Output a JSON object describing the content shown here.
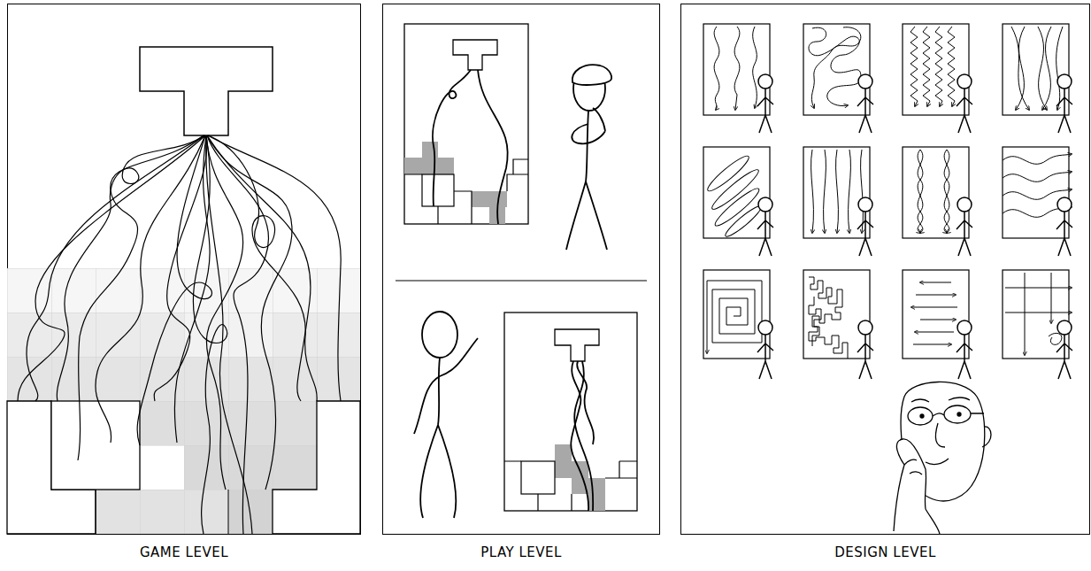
{
  "diagram": {
    "nodes": [
      {
        "text": [
          "GAME LEVEL"
        ]
      },
      {
        "text": [
          "PLAY LEVEL"
        ]
      },
      {
        "text": [
          "DESIGN LEVEL"
        ]
      }
    ]
  }
}
